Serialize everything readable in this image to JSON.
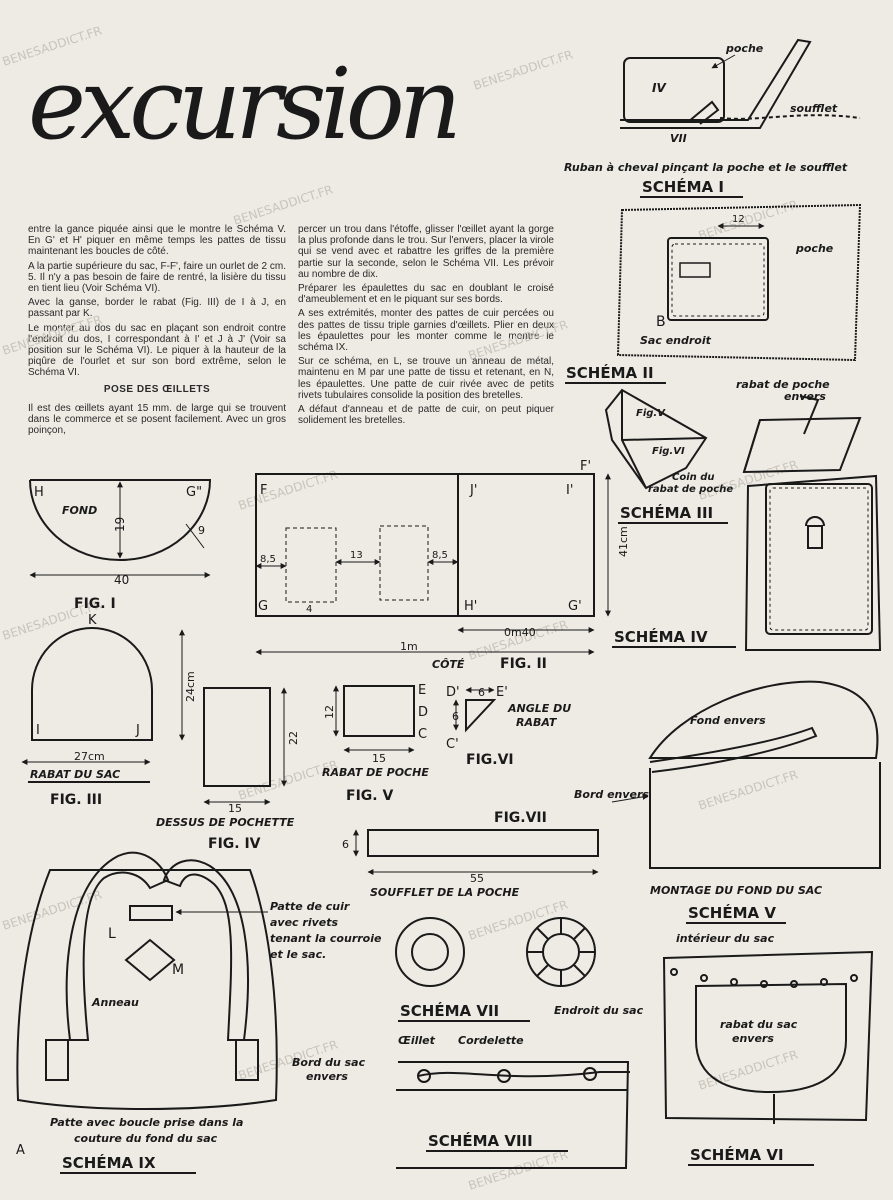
{
  "title": "excursion",
  "watermark": "BENESADDICT.FR",
  "article": {
    "col1": [
      "entre la gance piquée ainsi que le montre le Schéma V. En G' et H' piquer en même temps les pattes de tissu maintenant les boucles de côté.",
      "A la partie supérieure du sac, F-F', faire un ourlet de 2 cm. 5. Il n'y a pas besoin de faire de rentré, la lisière du tissu en tient lieu (Voir Schéma VI).",
      "Avec la ganse, border le rabat (Fig. III) de I à J, en passant par K.",
      "Le monter au dos du sac en plaçant son endroit contre l'endroit du dos, I correspondant à I' et J à J' (Voir sa position sur le Schéma VI). Le piquer à la hauteur de la piqûre de l'ourlet et sur son bord extrême, selon le Schéma VI."
    ],
    "subheading": "POSE DES ŒILLETS",
    "col1_after": "Il est des œillets ayant 15 mm. de large qui se trouvent dans le commerce et se posent facilement. Avec un gros poinçon,",
    "col2": [
      "percer un trou dans l'étoffe, glisser l'œillet ayant la gorge la plus profonde dans le trou. Sur l'envers, placer la virole qui se vend avec et rabattre les griffes de la première partie sur la seconde, selon le Schéma VII. Les prévoir au nombre de dix.",
      "Préparer les épaulettes du sac en doublant le croisé d'ameublement et en le piquant sur ses bords.",
      "A ses extrémités, monter des pattes de cuir percées ou des pattes de tissu triple garnies d'œillets. Plier en deux les épaulettes pour les monter comme le montre le schéma IX.",
      "Sur ce schéma, en L, se trouve un anneau de métal, maintenu en M par une patte de tissu et retenant, en N, les épaulettes. Une patte de cuir rivée avec de petits rivets tubulaires consolide la position des bretelles.",
      "A défaut d'anneau et de patte de cuir, on peut piquer solidement les bretelles."
    ]
  },
  "schema1": {
    "poche": "poche",
    "iv": "IV",
    "vii": "VII",
    "soufflet": "soufflet",
    "caption": "Ruban à cheval pinçant la poche et le soufflet",
    "title": "SCHÉMA I"
  },
  "schema2": {
    "dim": "12",
    "poche": "poche",
    "b": "B",
    "sac": "Sac endroit",
    "title": "SCHÉMA II"
  },
  "schema3": {
    "rabat": "rabat de poche",
    "envers": "envers",
    "figv": "Fig.V",
    "figvi": "Fig.VI",
    "coin1": "Coin du",
    "coin2": "rabat de poche",
    "title": "SCHÉMA III"
  },
  "schema4": {
    "title": "SCHÉMA IV"
  },
  "fig1": {
    "h": "H",
    "g": "G\"",
    "fond": "FOND",
    "d19": "19",
    "d9": "9",
    "d40": "40",
    "title": "FIG. I"
  },
  "fig2": {
    "f": "F",
    "j": "J'",
    "i": "I'",
    "fp": "F'",
    "g": "G",
    "hp": "H'",
    "gp": "G'",
    "d85a": "8,5",
    "d13": "13",
    "d85b": "8,5",
    "d4": "4",
    "d41": "41cm",
    "d040": "0m40",
    "d1m": "1m",
    "cote": "CÔTÉ",
    "title": "FIG. II"
  },
  "fig3": {
    "k": "K",
    "i": "I",
    "j": "J",
    "d24": "24cm",
    "d27": "27cm",
    "label": "RABAT DU SAC",
    "title": "FIG. III"
  },
  "fig4": {
    "d22": "22",
    "d15": "15",
    "label": "DESSUS DE POCHETTE",
    "title": "FIG. IV"
  },
  "fig5": {
    "e": "E",
    "d": "D",
    "c": "C",
    "d12": "12",
    "d15": "15",
    "label": "RABAT DE POCHE",
    "title": "FIG. V"
  },
  "fig6": {
    "dp": "D'",
    "d6a": "6",
    "ep": "E'",
    "d6b": "6",
    "cp": "C'",
    "label1": "ANGLE DU",
    "label2": "RABAT",
    "title": "FIG.VI"
  },
  "fig7": {
    "d6": "6",
    "d55": "55",
    "label": "SOUFFLET DE LA POCHE",
    "title": "FIG.VII"
  },
  "schema5": {
    "fond": "Fond envers",
    "bord": "Bord envers",
    "caption": "MONTAGE DU FOND DU SAC",
    "title": "SCHÉMA V"
  },
  "schema6": {
    "interieur": "intérieur du sac",
    "endroit": "Endroit du sac",
    "rabat1": "rabat du sac",
    "rabat2": "envers",
    "title": "SCHÉMA VI"
  },
  "schema7": {
    "title": "SCHÉMA VII"
  },
  "schema8": {
    "oeillet": "Œillet",
    "cord": "Cordelette",
    "bord1": "Bord du sac",
    "bord2": "envers",
    "title": "SCHÉMA VIII"
  },
  "schema9": {
    "patte1": "Patte de cuir",
    "patte2": "avec rivets",
    "patte3": "tenant la courroie",
    "patte4": "et le sac.",
    "l": "L",
    "m": "M",
    "anneau": "Anneau",
    "bottom1": "Patte avec boucle prise dans la",
    "bottom2": "couture du fond du sac",
    "a": "A",
    "title": "SCHÉMA IX"
  }
}
